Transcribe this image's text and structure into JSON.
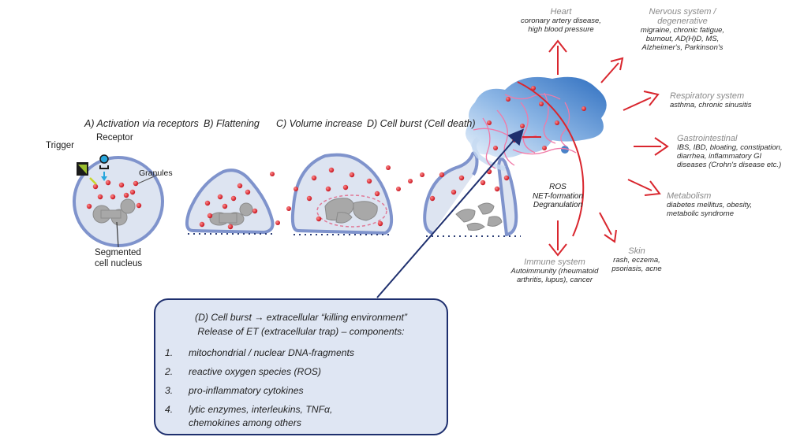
{
  "stages": {
    "a": "A) Activation via receptors",
    "b": "B) Flattening",
    "c": "C) Volume increase",
    "d": "D) Cell burst (Cell death)"
  },
  "cell_labels": {
    "trigger": "Trigger",
    "receptor": "Receptor",
    "granules": "Granules",
    "nucleus_line1": "Segmented",
    "nucleus_line2": "cell nucleus"
  },
  "center": {
    "line1": "ROS",
    "line2": "NET-formation",
    "line3": "Degranulation"
  },
  "organs": [
    {
      "id": "heart",
      "name": [
        "Heart"
      ],
      "diseases": [
        "coronary artery disease,",
        "high blood pressure"
      ]
    },
    {
      "id": "nervous",
      "name": [
        "Nervous system /",
        "degenerative"
      ],
      "diseases": [
        "migraine, chronic fatigue,",
        "burnout, AD(H)D, MS,",
        "Alzheimer's, Parkinson's"
      ]
    },
    {
      "id": "respiratory",
      "name": [
        "Respiratory system"
      ],
      "diseases": [
        "asthma, chronic sinusitis"
      ]
    },
    {
      "id": "gastro",
      "name": [
        "Gastrointestinal"
      ],
      "diseases": [
        "IBS, IBD, bloating, constipation,",
        "diarrhea, inflammatory GI",
        "diseases (Crohn's disease etc.)"
      ]
    },
    {
      "id": "metabolism",
      "name": [
        "Metabolism"
      ],
      "diseases": [
        "diabetes mellitus, obesity,",
        "metabolic syndrome"
      ]
    },
    {
      "id": "skin",
      "name": [
        "Skin"
      ],
      "diseases": [
        "rash, eczema,",
        "psoriasis, acne"
      ]
    },
    {
      "id": "immune",
      "name": [
        "Immune system"
      ],
      "diseases": [
        "Autoimmunity (rheumatoid",
        "arthritis, lupus), cancer"
      ]
    }
  ],
  "infobox": {
    "title1": "(D) Cell burst → extracellular “killing environment”",
    "title2": "Release of ET (extracellular trap) – components:",
    "items": [
      {
        "num": "1.",
        "lines": [
          "mitochondrial / nuclear DNA-fragments"
        ]
      },
      {
        "num": "2.",
        "lines": [
          "reactive oxygen species (ROS)"
        ]
      },
      {
        "num": "3.",
        "lines": [
          "pro-inflammatory cytokines"
        ]
      },
      {
        "num": "4.",
        "lines": [
          "lytic enzymes, interleukins, TNFα,",
          "chemokines among others"
        ]
      }
    ]
  },
  "colors": {
    "cell_fill": "#dde4f1",
    "cell_outline": "#7f93cc",
    "granule": "#d8232e",
    "nucleus": "#a7a7a7",
    "arrow_red": "#d9262e",
    "arrow_navy": "#1e2f6e",
    "cloud_blue": "#3f7dc8",
    "trigger_green": "#9bbf2f",
    "receptor_blue": "#28a6dc"
  }
}
